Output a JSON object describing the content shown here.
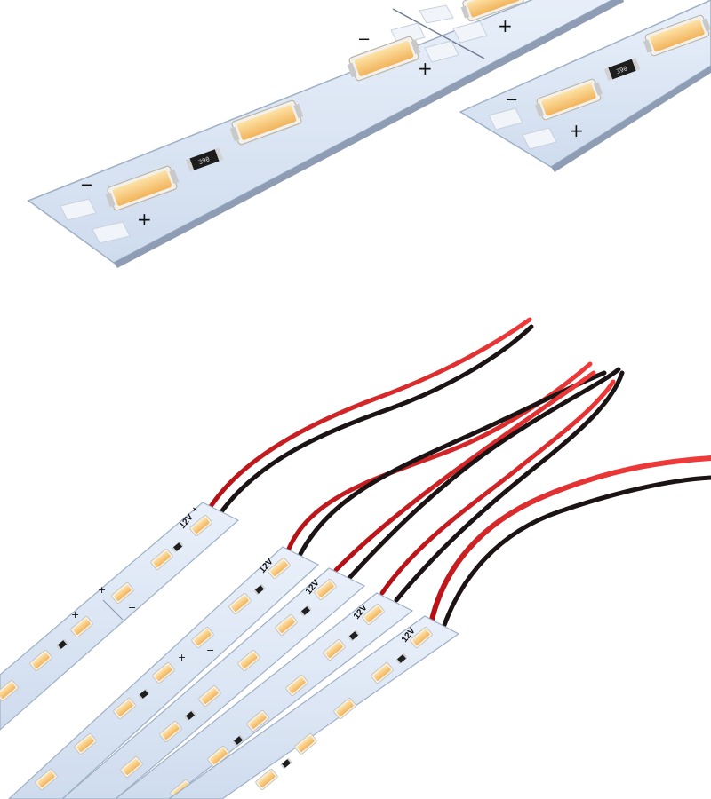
{
  "top_closeup": {
    "resistor_code_main": "390",
    "resistor_code_right": "390",
    "minus_sign": "−",
    "plus_sign": "+"
  },
  "bottom_strips": {
    "voltage_label": "12V",
    "plus_sign": "+",
    "minus_sign": "−"
  },
  "colors": {
    "pcb": "#dfe9f7",
    "pcb_edge": "#a8b7cc",
    "led_body": "#f6f3ea",
    "led_phosphor": "#f8c77a",
    "wire_red": "#d6191f",
    "wire_black": "#1c1414"
  }
}
